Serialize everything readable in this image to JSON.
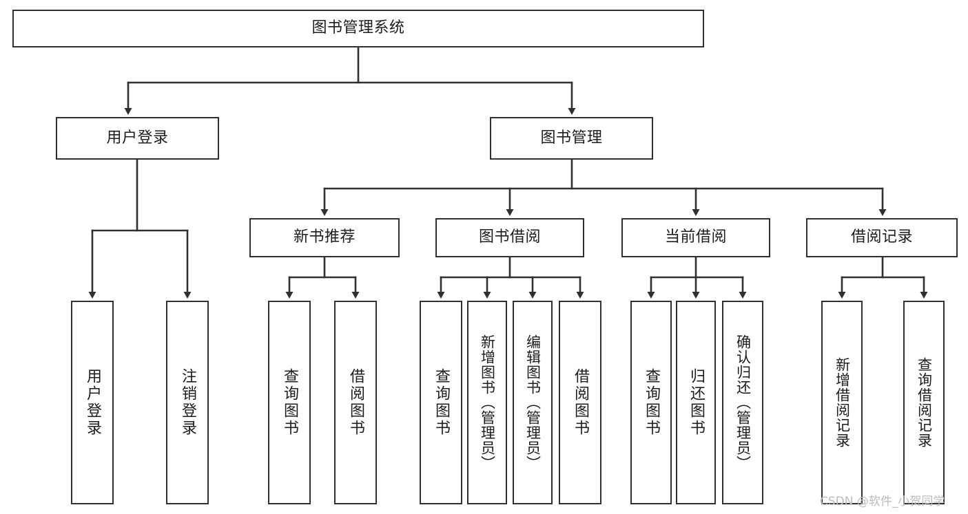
{
  "diagram": {
    "type": "tree",
    "title": "图书管理系统",
    "orientation": "top-down",
    "colors": {
      "box_border": "#2f3033",
      "box_fill": "#ffffff",
      "edge": "#2f3033",
      "text": "#1c1c1c",
      "watermark": "#b9bcc0",
      "background": "#ffffff"
    }
  },
  "nodes": {
    "root": {
      "label": "图书管理系统",
      "level": 1
    },
    "level2": [
      {
        "id": "user-login",
        "label": "用户登录"
      },
      {
        "id": "book-manage",
        "label": "图书管理"
      }
    ],
    "level3": [
      {
        "id": "new-book-recommend",
        "label": "新书推荐"
      },
      {
        "id": "book-borrow",
        "label": "图书借阅"
      },
      {
        "id": "current-borrow",
        "label": "当前借阅"
      },
      {
        "id": "borrow-record",
        "label": "借阅记录"
      }
    ],
    "leaves": {
      "user-login": [
        {
          "id": "leaf-user-login",
          "label": "用户登录"
        },
        {
          "id": "leaf-logout-login",
          "label": "注销登录"
        }
      ],
      "new-book-recommend": [
        {
          "id": "leaf-query-book-1",
          "label": "查询图书"
        },
        {
          "id": "leaf-borrow-book-1",
          "label": "借阅图书"
        }
      ],
      "book-borrow": [
        {
          "id": "leaf-query-book-2",
          "label": "查询图书"
        },
        {
          "id": "leaf-add-book",
          "label": "新增图书（管理员）"
        },
        {
          "id": "leaf-edit-book",
          "label": "编辑图书（管理员）"
        },
        {
          "id": "leaf-borrow-book-2",
          "label": "借阅图书"
        }
      ],
      "current-borrow": [
        {
          "id": "leaf-query-book-3",
          "label": "查询图书"
        },
        {
          "id": "leaf-return-book",
          "label": "归还图书"
        },
        {
          "id": "leaf-confirm-return",
          "label": "确认归还（管理员）"
        }
      ],
      "borrow-record": [
        {
          "id": "leaf-add-borrow-record",
          "label": "新增借阅记录"
        },
        {
          "id": "leaf-query-borrow-record",
          "label": "查询借阅记录"
        }
      ]
    }
  },
  "watermark": {
    "text": "CSDN @软件_小贺同学"
  }
}
